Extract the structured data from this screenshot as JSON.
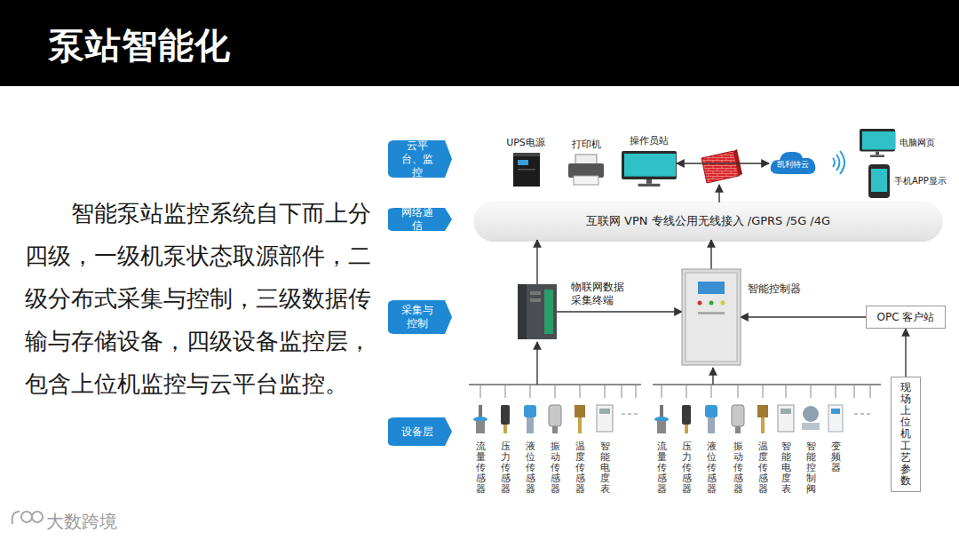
{
  "diagram": {
    "title": "泵站智能化",
    "nodes": [
      {
        "text": [
          "云平台、监控"
        ]
      },
      {
        "text": [
          "UPS电源"
        ]
      },
      {
        "text": [
          "打印机"
        ]
      },
      {
        "text": [
          "操作员站"
        ]
      },
      {
        "text": [
          "凯利特云"
        ]
      },
      {
        "text": [
          "电脑网页"
        ]
      },
      {
        "text": [
          "手机APP显示"
        ]
      },
      {
        "text": [
          "网络通信"
        ]
      },
      {
        "text": [
          "互联网 VPN 专线公用无线接入 /GPRS /5G /4G"
        ]
      },
      {
        "text": [
          "采集与控制"
        ]
      },
      {
        "text": [
          "物联网数据采集终端"
        ]
      },
      {
        "text": [
          "智能控制器"
        ]
      },
      {
        "text": [
          "OPC 客户站"
        ]
      },
      {
        "text": [
          "设备层"
        ]
      },
      {
        "text": [
          "现场上位机工艺参数"
        ]
      }
    ],
    "edges": [
      {
        "from": 3,
        "to": 4,
        "arrow": "both"
      },
      {
        "from": 10,
        "to": 8,
        "arrow": "to"
      },
      {
        "from": 11,
        "to": 8,
        "arrow": "to"
      },
      {
        "from": 10,
        "to": 11,
        "arrow": "to"
      },
      {
        "from": 12,
        "to": 11,
        "arrow": "to"
      },
      {
        "from": 14,
        "to": 12,
        "arrow": "to"
      }
    ],
    "labels": [
      "智能泵站监控系统自下而上分四级，一级机泵状态取源部件，二级分布式采集与控制，三级数据传输与存储设备，四级设备监控层，包含上位机监控与云平台监控。",
      "流量传感器",
      "压力传感器",
      "液位传感器",
      "振动传感器",
      "温度传感器",
      "智能电度表",
      "流量传感器",
      "压力传感器",
      "液位传感器",
      "振动传感器",
      "温度传感器",
      "智能电度表",
      "智能控制阀",
      "变频器",
      "大数跨境"
    ]
  }
}
